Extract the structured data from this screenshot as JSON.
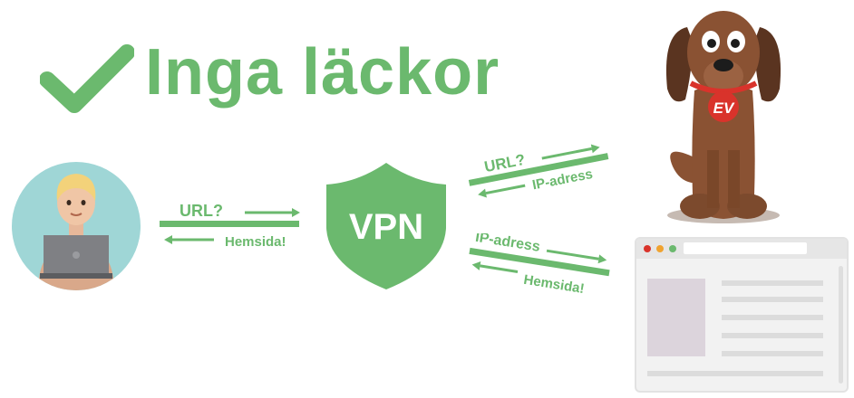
{
  "title": "Inga läckor",
  "vpn_label": "VPN",
  "left_flow": {
    "request": "URL?",
    "response": "Hemsida!"
  },
  "top_right_flow": {
    "request": "URL?",
    "response": "IP-adress"
  },
  "bottom_right_flow": {
    "request": "IP-adress",
    "response": "Hemsida!"
  },
  "dog_tag": "EV",
  "colors": {
    "accent_green": "#6bb96e",
    "red": "#d9332b",
    "dog_brown": "#8a5233"
  }
}
